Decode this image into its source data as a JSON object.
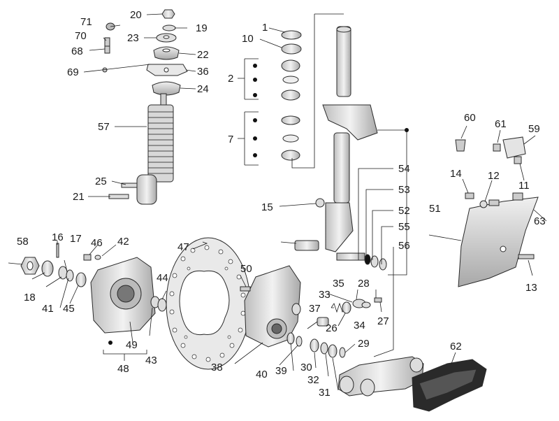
{
  "labels": {
    "p1": "1",
    "p2": "2",
    "p7": "7",
    "p10": "10",
    "p11": "11",
    "p12": "12",
    "p13": "13",
    "p14": "14",
    "p15": "15",
    "p16": "16",
    "p17": "17",
    "p18": "18",
    "p19": "19",
    "p20": "20",
    "p21": "21",
    "p22": "22",
    "p23": "23",
    "p24": "24",
    "p25": "25",
    "p26": "26",
    "p27": "27",
    "p28": "28",
    "p29": "29",
    "p30": "30",
    "p31": "31",
    "p32": "32",
    "p33": "33",
    "p34": "34",
    "p35": "35",
    "p36": "36",
    "p37": "37",
    "p38": "38",
    "p39": "39",
    "p40": "40",
    "p41": "41",
    "p42": "42",
    "p43": "43",
    "p44": "44",
    "p45": "45",
    "p46": "46",
    "p47": "47",
    "p48": "48",
    "p49": "49",
    "p50": "50",
    "p51": "51",
    "p52": "52",
    "p53": "53",
    "p54": "54",
    "p55": "55",
    "p56": "56",
    "p57": "57",
    "p58": "58",
    "p59": "59",
    "p60": "60",
    "p61": "61",
    "p62": "62",
    "p63": "63",
    "p68": "68",
    "p69": "69",
    "p70": "70",
    "p71": "71"
  },
  "colors": {
    "line": "#1a1a1a",
    "metal_light": "#e6e6e6",
    "metal_mid": "#c9c9c9",
    "metal_dark": "#9a9a9a",
    "black": "#111111"
  }
}
